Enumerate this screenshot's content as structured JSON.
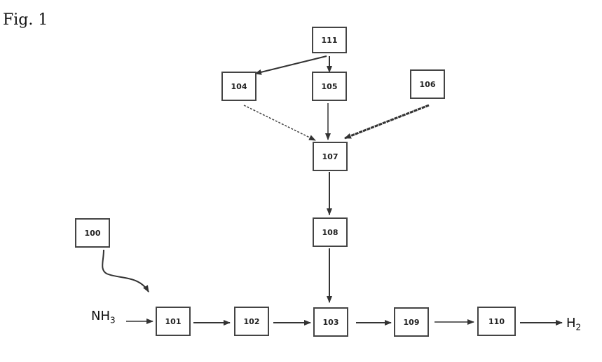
{
  "figure": {
    "label": "Fig. 1"
  },
  "boxes": {
    "b111": "111",
    "b104": "104",
    "b105": "105",
    "b106": "106",
    "b107": "107",
    "b108": "108",
    "b100": "100",
    "b101": "101",
    "b102": "102",
    "b103": "103",
    "b109": "109",
    "b110": "110"
  },
  "input": {
    "symbol": "NH",
    "subscript": "3"
  },
  "output": {
    "symbol": "H",
    "subscript": "2"
  }
}
